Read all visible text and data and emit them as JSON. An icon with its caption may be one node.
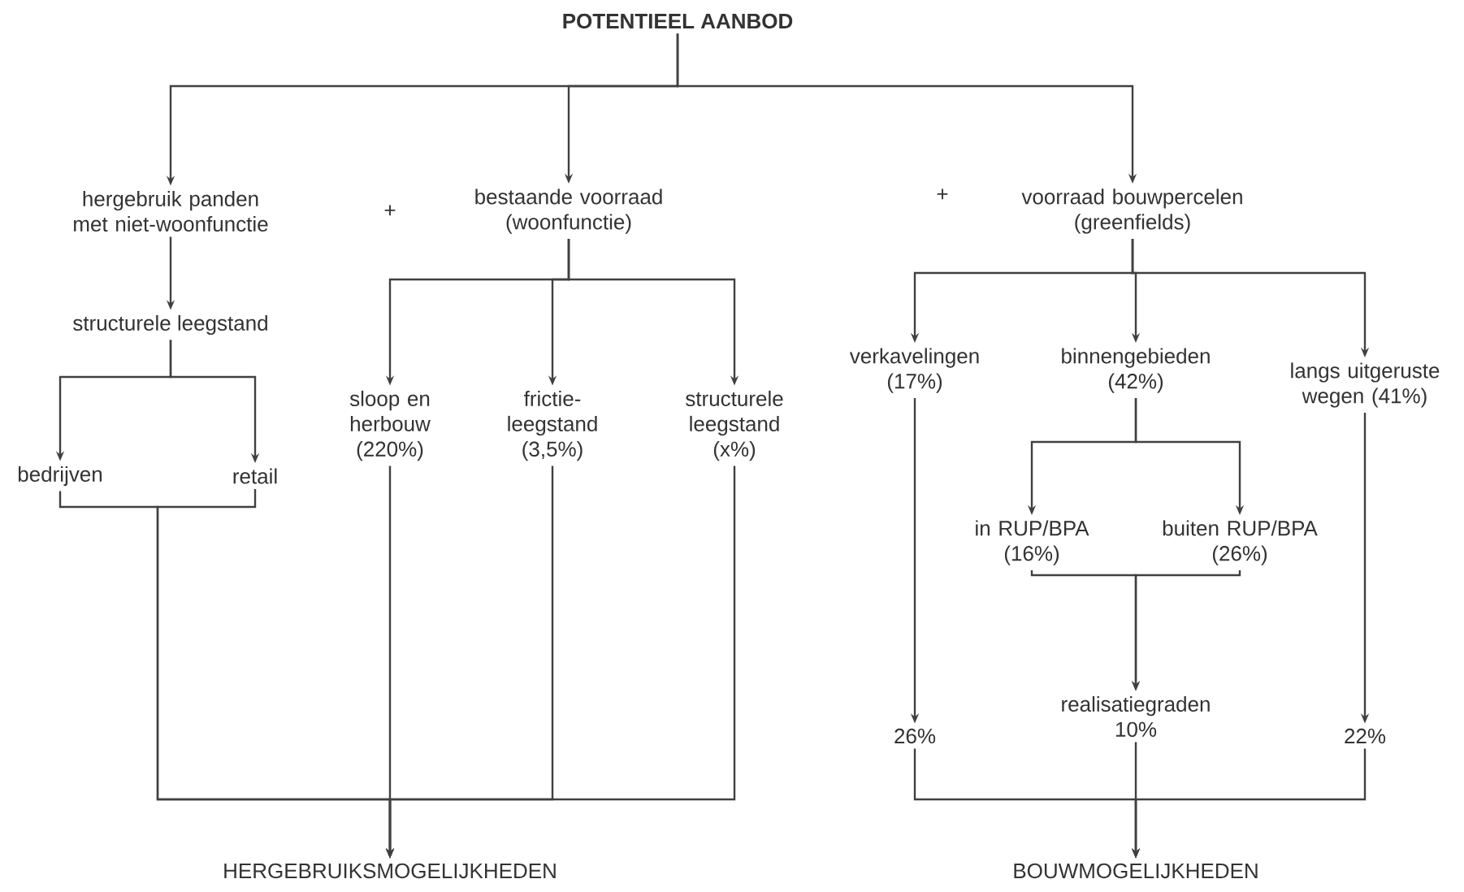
{
  "diagram": {
    "nodes": [
      {
        "text": [
          "POTENTIEEL AANBOD"
        ]
      },
      {
        "text": [
          "hergebruik panden met niet-woonfunctie"
        ]
      },
      {
        "text": [
          "bestaande voorraad (woonfunctie)"
        ]
      },
      {
        "text": [
          "voorraad bouwpercelen (greenfields)"
        ]
      },
      {
        "text": [
          "structurele leegstand"
        ]
      },
      {
        "text": [
          "bedrijven"
        ]
      },
      {
        "text": [
          "retail"
        ]
      },
      {
        "text": [
          "sloop en herbouw (220%)"
        ]
      },
      {
        "text": [
          "frictie- leegstand (3,5%)"
        ]
      },
      {
        "text": [
          "structurele leegstand (x%)"
        ]
      },
      {
        "text": [
          "verkavelingen (17%)"
        ]
      },
      {
        "text": [
          "binnengebieden (42%)"
        ]
      },
      {
        "text": [
          "langs uitgeruste wegen (41%)"
        ]
      },
      {
        "text": [
          "in RUP/BPA (16%)"
        ]
      },
      {
        "text": [
          "buiten RUP/BPA (26%)"
        ]
      },
      {
        "text": [
          "26%"
        ]
      },
      {
        "text": [
          "realisatiegraden",
          "10%"
        ]
      },
      {
        "text": [
          "22%"
        ]
      },
      {
        "text": [
          "HERGEBRUIKSMOGELIJKHEDEN"
        ]
      },
      {
        "text": [
          "BOUWMOGELIJKHEDEN"
        ]
      }
    ],
    "edges": [
      {
        "from": 0,
        "to": 1,
        "arrow": "to"
      },
      {
        "from": 0,
        "to": 2,
        "arrow": "to"
      },
      {
        "from": 0,
        "to": 3,
        "arrow": "to"
      },
      {
        "from": 1,
        "to": 4,
        "arrow": "to"
      },
      {
        "from": 4,
        "to": 5,
        "arrow": "to"
      },
      {
        "from": 4,
        "to": 6,
        "arrow": "to"
      },
      {
        "from": 2,
        "to": 7,
        "arrow": "to"
      },
      {
        "from": 2,
        "to": 8,
        "arrow": "to"
      },
      {
        "from": 2,
        "to": 9,
        "arrow": "to"
      },
      {
        "from": 3,
        "to": 10,
        "arrow": "to"
      },
      {
        "from": 3,
        "to": 11,
        "arrow": "to"
      },
      {
        "from": 3,
        "to": 12,
        "arrow": "to"
      },
      {
        "from": 11,
        "to": 13,
        "arrow": "to"
      },
      {
        "from": 11,
        "to": 14,
        "arrow": "to"
      },
      {
        "from": 10,
        "to": 15,
        "arrow": "to"
      },
      {
        "from": 13,
        "to": 16,
        "arrow": "to"
      },
      {
        "from": 14,
        "to": 16,
        "arrow": "to"
      },
      {
        "from": 12,
        "to": 17,
        "arrow": "to"
      },
      {
        "from": 5,
        "to": 18,
        "arrow": "to"
      },
      {
        "from": 6,
        "to": 18,
        "arrow": "to"
      },
      {
        "from": 7,
        "to": 18,
        "arrow": "to"
      },
      {
        "from": 8,
        "to": 18,
        "arrow": "to"
      },
      {
        "from": 9,
        "to": 18,
        "arrow": "to"
      },
      {
        "from": 15,
        "to": 19,
        "arrow": "to"
      },
      {
        "from": 16,
        "to": 19,
        "arrow": "to"
      },
      {
        "from": 17,
        "to": 19,
        "arrow": "to"
      }
    ],
    "labels": [
      "+",
      "+"
    ]
  }
}
